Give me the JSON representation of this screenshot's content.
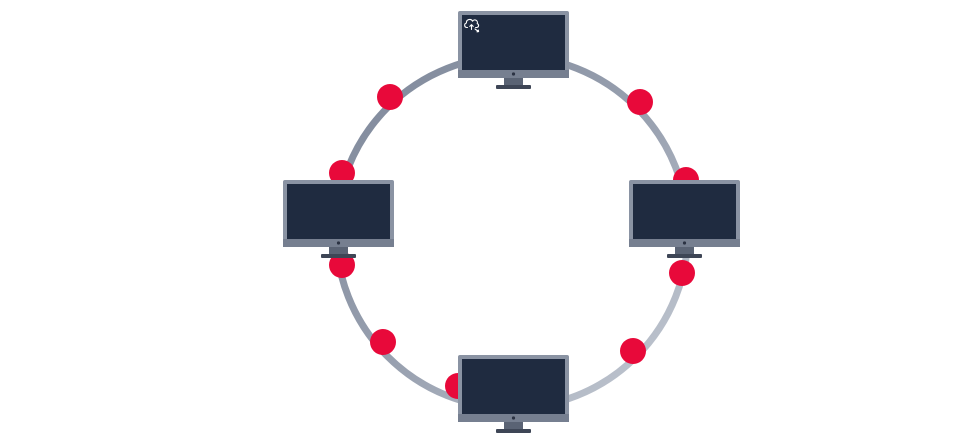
{
  "diagram": {
    "type": "ring-network",
    "colors": {
      "background": "#ffffff",
      "ring_dark": "#7d8799",
      "ring_light": "#bcc3ce",
      "node_marker": "#e8093a",
      "monitor_bezel": "#8a93a3",
      "monitor_screen": "#1f2b40",
      "monitor_chin": "#767f90",
      "monitor_stand": "#3e4656"
    },
    "nodes": [
      {
        "id": "top",
        "icon": "cloud-upload-icon"
      },
      {
        "id": "right",
        "icon": null
      },
      {
        "id": "bottom",
        "icon": null
      },
      {
        "id": "left",
        "icon": null
      }
    ],
    "marker_count": 10
  }
}
